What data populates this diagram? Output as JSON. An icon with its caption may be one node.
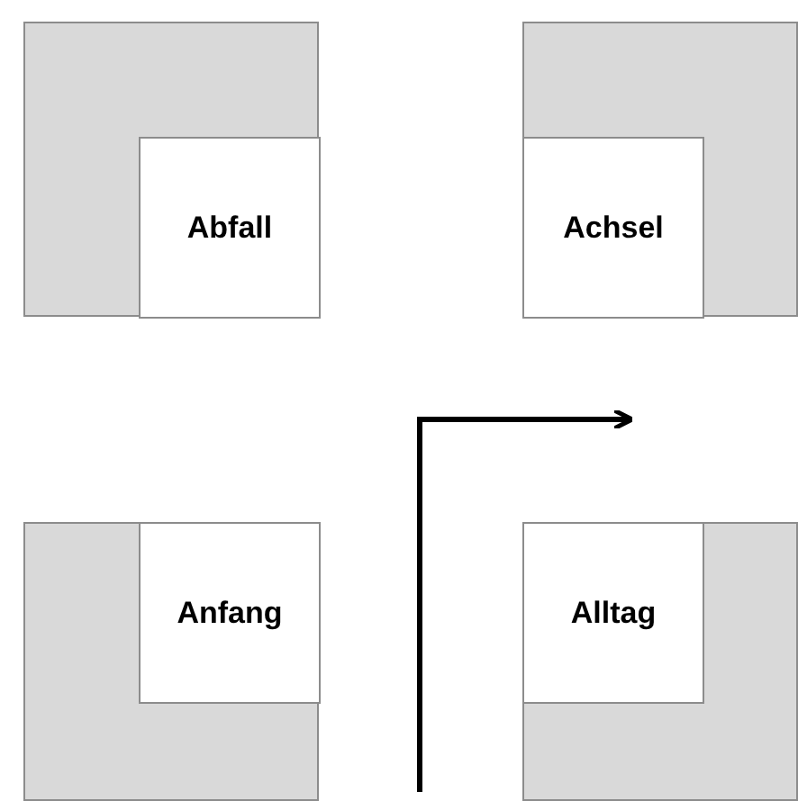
{
  "diagram": {
    "nodes": [
      {
        "text": [],
        "shape": "box"
      },
      {
        "text": [
          "Abfall"
        ],
        "in": 0
      },
      {
        "text": [],
        "shape": "box"
      },
      {
        "text": [
          "Achsel"
        ],
        "in": 2
      },
      {
        "text": [],
        "shape": "box"
      },
      {
        "text": [
          "Anfang"
        ],
        "in": 4
      },
      {
        "text": [],
        "shape": "box"
      },
      {
        "text": [
          "Alltag"
        ],
        "in": 6
      }
    ]
  }
}
